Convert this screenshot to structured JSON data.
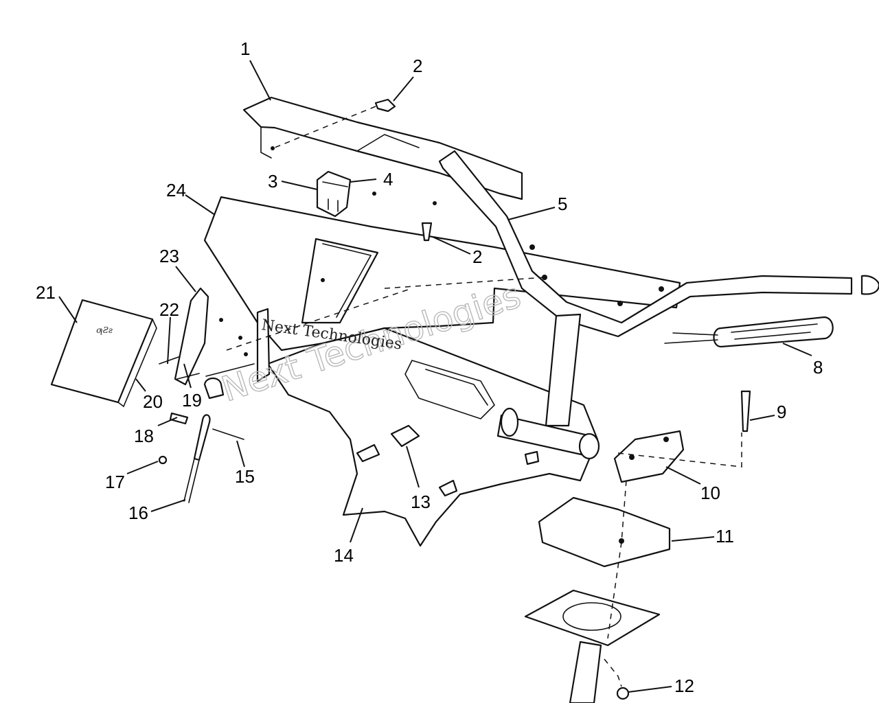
{
  "diagram": {
    "callouts": [
      "1",
      "2",
      "2",
      "3",
      "4",
      "5",
      "8",
      "9",
      "10",
      "11",
      "12",
      "13",
      "14",
      "15",
      "16",
      "17",
      "18",
      "19",
      "20",
      "21",
      "22",
      "23",
      "24"
    ]
  },
  "watermark": {
    "brand": "Next Technologies",
    "overlay": "Next Technologies"
  },
  "emblem_text": "ƣƧƨ"
}
